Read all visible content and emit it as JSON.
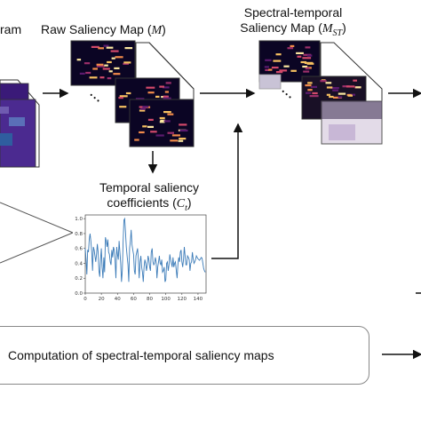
{
  "labels": {
    "spectrogram_partial": "ram",
    "raw_saliency": {
      "text": "Raw Saliency Map (",
      "symbol": "M",
      "close": ")"
    },
    "spectral_temporal_line1": "Spectral-temporal",
    "spectral_temporal_line2": {
      "text": "Saliency Map (",
      "symbol": "M",
      "subscript": "ST",
      "close": ")"
    },
    "temporal_line1": "Temporal saliency",
    "temporal_line2": {
      "text": "coefficients (",
      "symbol": "C",
      "subscript": "t",
      "close": ")"
    },
    "ellipsis": "• • •"
  },
  "process_box": {
    "text": "Computation of spectral-temporal saliency maps"
  },
  "colors": {
    "heat_dark": "#0b0524",
    "heat_mid": "#7a1e6c",
    "heat_hot": "#f0a040",
    "line": "#3b7bb8",
    "arrow": "#111111"
  },
  "chart_data": {
    "type": "line",
    "x_ticks": [
      0,
      20,
      40,
      60,
      80,
      100,
      120,
      140
    ],
    "y_ticks": [
      0.0,
      0.2,
      0.4,
      0.6,
      0.8,
      1.0
    ],
    "xlim": [
      0,
      150
    ],
    "ylim": [
      0,
      1.05
    ],
    "series": [
      {
        "values": [
          0.6,
          0.45,
          0.25,
          0.58,
          0.55,
          0.72,
          0.8,
          0.7,
          0.55,
          0.3,
          0.62,
          0.58,
          0.5,
          0.42,
          0.52,
          0.66,
          0.55,
          0.3,
          0.22,
          0.45,
          0.6,
          0.35,
          0.2,
          0.48,
          0.28,
          0.75,
          0.7,
          0.62,
          0.72,
          0.55,
          0.52,
          0.42,
          0.38,
          0.58,
          0.48,
          0.62,
          0.58,
          0.45,
          0.2,
          0.62,
          0.52,
          0.45,
          0.7,
          0.55,
          0.4,
          0.15,
          0.3,
          0.68,
          0.98,
          1.0,
          0.82,
          0.62,
          0.5,
          0.38,
          0.15,
          0.6,
          0.7,
          0.85,
          0.65,
          0.58,
          0.52,
          0.3,
          0.25,
          0.5,
          0.55,
          0.6,
          0.45,
          0.2,
          0.42,
          0.5,
          0.35,
          0.28,
          0.15,
          0.35,
          0.45,
          0.4,
          0.3,
          0.38,
          0.5,
          0.45,
          0.35,
          0.3,
          0.55,
          0.6,
          0.42,
          0.38,
          0.4,
          0.48,
          0.42,
          0.2,
          0.35,
          0.42,
          0.5,
          0.4,
          0.38,
          0.45,
          0.28,
          0.3,
          0.35,
          0.15,
          0.18,
          0.4,
          0.42,
          0.3,
          0.38,
          0.52,
          0.45,
          0.4,
          0.35,
          0.48,
          0.35,
          0.4,
          0.42,
          0.3,
          0.2,
          0.38,
          0.48,
          0.42,
          0.55,
          0.58,
          0.42,
          0.35,
          0.45,
          0.62,
          0.5,
          0.38,
          0.38,
          0.5,
          0.48,
          0.45,
          0.3,
          0.4,
          0.42,
          0.55,
          0.46,
          0.4,
          0.42,
          0.45,
          0.5,
          0.48,
          0.46,
          0.45,
          0.44,
          0.46,
          0.48,
          0.47,
          0.4,
          0.33,
          0.3,
          0.28
        ]
      }
    ]
  }
}
